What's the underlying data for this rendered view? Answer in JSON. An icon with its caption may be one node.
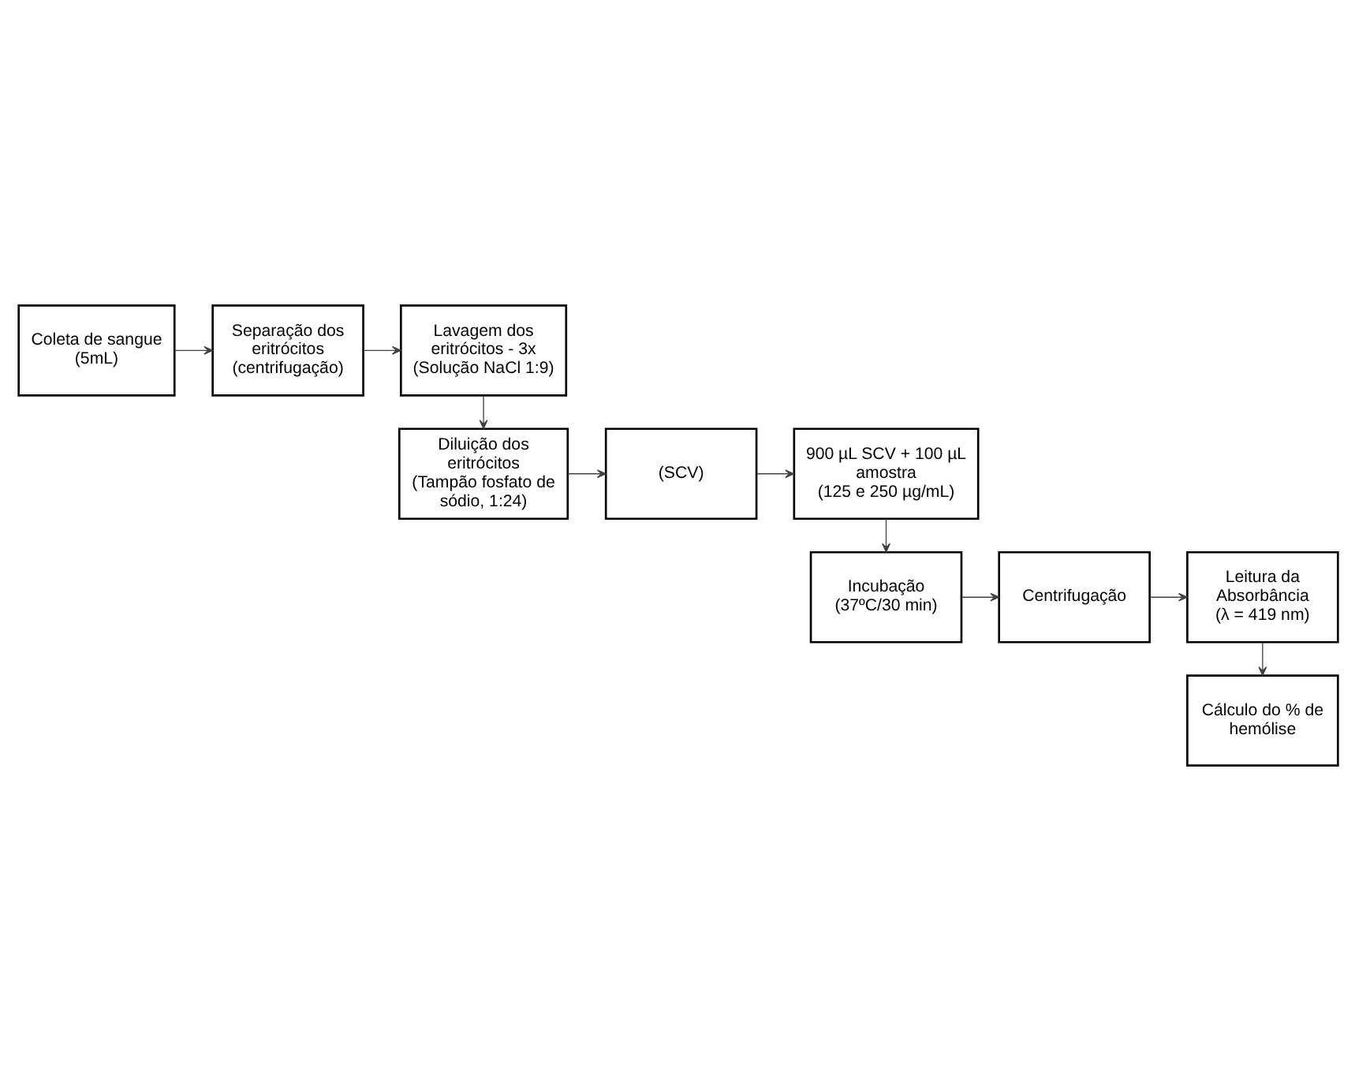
{
  "diagram": {
    "nodes": [
      {
        "text": [
          "Coleta de sangue (5mL)"
        ]
      },
      {
        "text": [
          "Separação dos eritrócitos",
          "(centrifugação)"
        ]
      },
      {
        "text": [
          "Lavagem dos eritrócitos - 3x",
          "(Solução NaCl 1:9)"
        ]
      },
      {
        "text": [
          "Diluição dos eritrócitos",
          "(Tampão fosfato de sódio, 1:24)"
        ]
      },
      {
        "text": [
          "(SCV)"
        ]
      },
      {
        "text": [
          "900 µL SCV + 100 µL amostra",
          "(125 e 250 µg/mL)"
        ]
      },
      {
        "text": [
          "Incubação",
          "(37ºC/30 min)"
        ]
      },
      {
        "text": [
          "Centrifugação"
        ]
      },
      {
        "text": [
          "Leitura da Absorbância",
          "(λ = 419 nm)"
        ]
      },
      {
        "text": [
          "Cálculo do % de hemólise"
        ]
      }
    ],
    "edges": [
      {
        "from": 0,
        "to": 1,
        "arrow": "to"
      },
      {
        "from": 1,
        "to": 2,
        "arrow": "to"
      },
      {
        "from": 2,
        "to": 3,
        "arrow": "to"
      },
      {
        "from": 3,
        "to": 4,
        "arrow": "to"
      },
      {
        "from": 4,
        "to": 5,
        "arrow": "to"
      },
      {
        "from": 5,
        "to": 6,
        "arrow": "to"
      },
      {
        "from": 6,
        "to": 7,
        "arrow": "to"
      },
      {
        "from": 7,
        "to": 8,
        "arrow": "to"
      },
      {
        "from": 8,
        "to": 9,
        "arrow": "to"
      }
    ]
  }
}
